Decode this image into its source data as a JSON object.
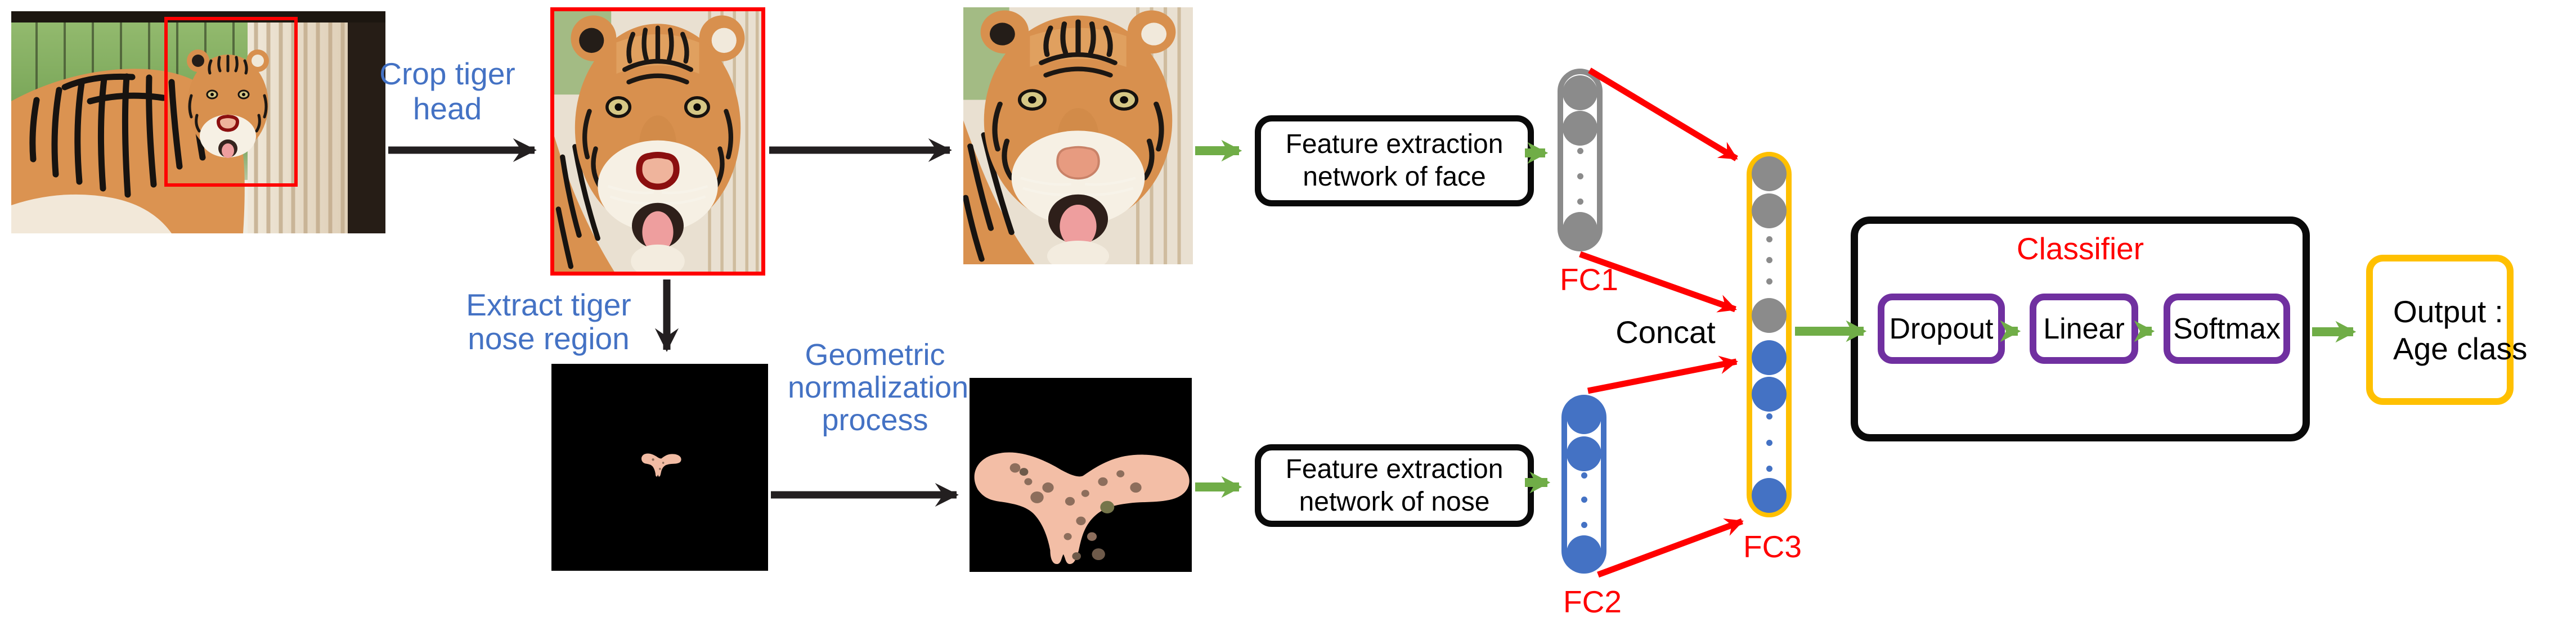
{
  "colors": {
    "label_blue": "#4472C4",
    "annotation_red": "#FF0000",
    "arrow_green": "#70AD47",
    "stage_purple": "#7030A0",
    "fc3_gold": "#FFC000",
    "fc1_gray": "#8B8B8B",
    "fc2_blue": "#4472C4",
    "arrow_black": "#231F20"
  },
  "labels": {
    "crop_head": [
      "Crop tiger",
      "head"
    ],
    "extract_nose": [
      "Extract tiger",
      "nose region"
    ],
    "geometric_norm": [
      "Geometric",
      "normalization",
      "process"
    ],
    "concat": "Concat"
  },
  "boxes": {
    "face_network": [
      "Feature extraction",
      "network of face"
    ],
    "nose_network": [
      "Feature extraction",
      "network of nose"
    ],
    "classifier_title": "Classifier",
    "classifier_stages": [
      "Dropout",
      "Linear",
      "Softmax"
    ],
    "output": [
      "Output :",
      "Age class"
    ]
  },
  "fc_labels": {
    "fc1": "FC1",
    "fc2": "FC2",
    "fc3": "FC3"
  },
  "images": {
    "source_photo": "tiger-in-enclosure-photo",
    "head_crop": "cropped-tiger-head-with-red-border",
    "face_crop": "tiger-face-closeup",
    "nose_mask": "extracted-nose-region-on-black",
    "nose_normalized": "geometrically-normalized-nose-on-black"
  }
}
